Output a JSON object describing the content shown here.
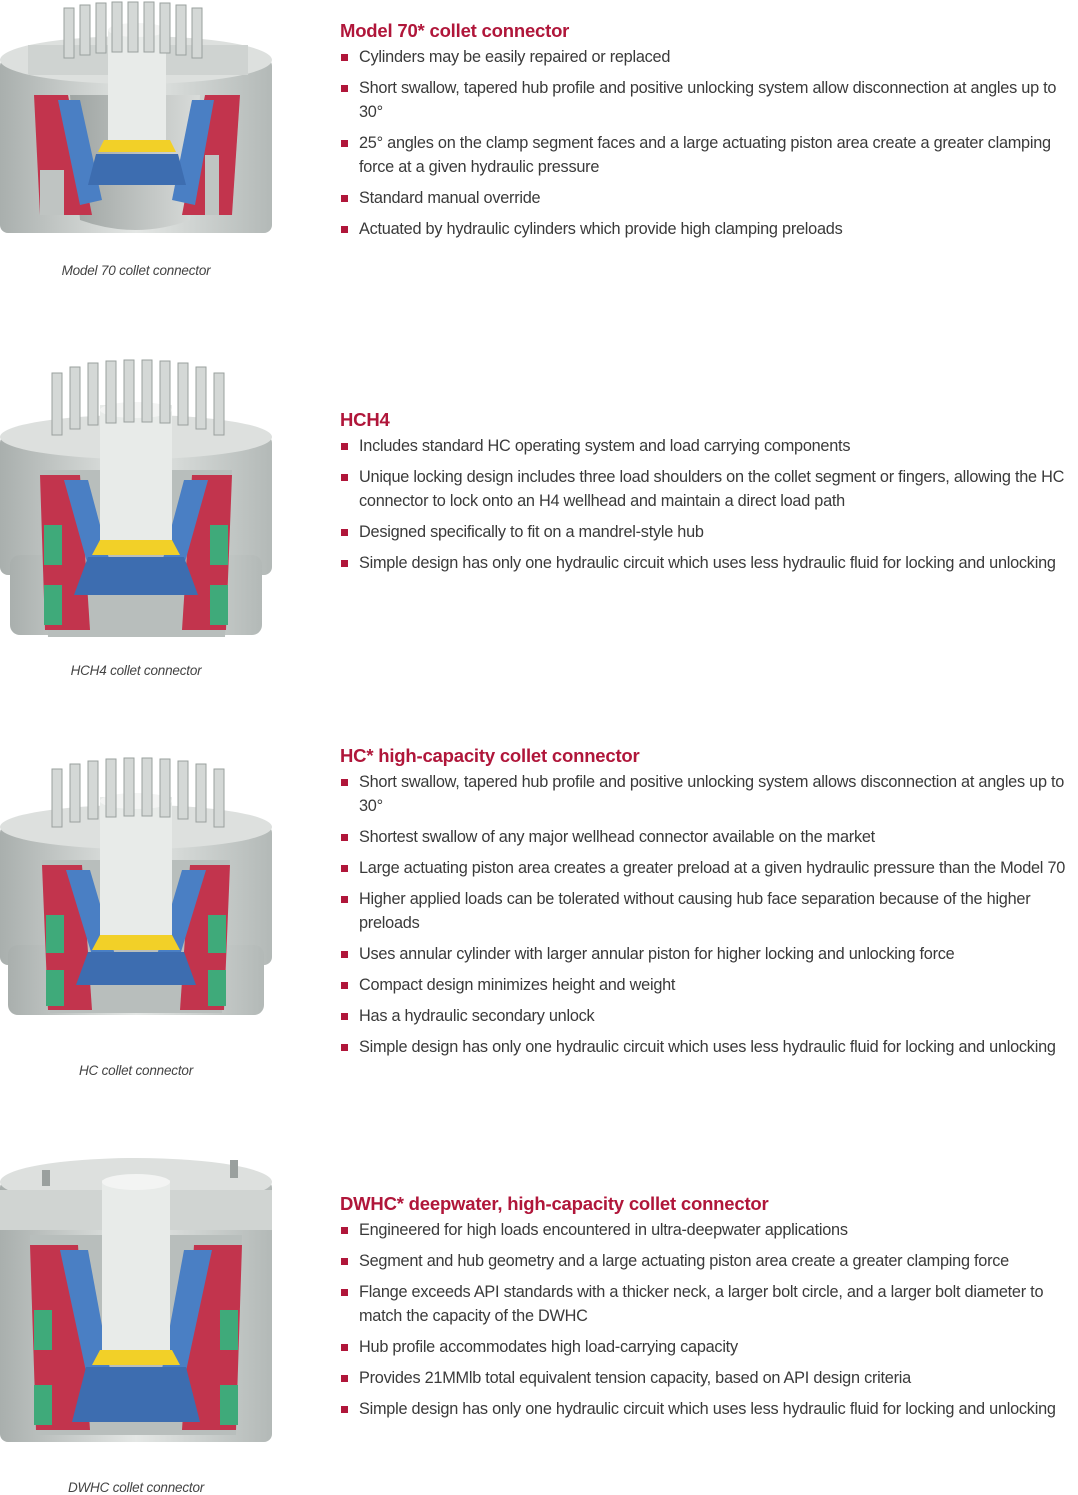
{
  "sections": [
    {
      "title": "Model 70* collet connector",
      "caption": "Model 70 collet connector",
      "bullets": [
        "Cylinders may be easily repaired or replaced",
        "Short swallow, tapered hub profile and positive unlocking system allow disconnection at angles up to 30°",
        "25° angles on the clamp segment faces and a large actuating piston area create a greater clamping force at a given hydraulic pressure",
        "Standard manual override",
        "Actuated by hydraulic cylinders which provide high clamping preloads"
      ]
    },
    {
      "title": "HCH4",
      "caption": "HCH4 collet connector",
      "bullets": [
        "Includes standard HC operating system and load carrying components",
        "Unique locking design includes three load shoulders on the collet segment or fingers, allowing the HC connector to lock onto an H4 wellhead and maintain a direct load path",
        "Designed specifically to fit on a mandrel-style hub",
        "Simple design has only one hydraulic circuit which uses less hydraulic fluid for locking and unlocking"
      ]
    },
    {
      "title": "HC* high-capacity collet connector",
      "caption": "HC collet connector",
      "bullets": [
        "Short swallow, tapered hub profile and positive unlocking system allows disconnection at angles up to 30°",
        "Shortest swallow of any major wellhead connector available on the market",
        "Large actuating piston area creates a greater preload at a given hydraulic pressure than the Model 70",
        "Higher applied loads can be tolerated without causing hub face separation because of the higher preloads",
        "Uses annular cylinder with larger annular piston for higher locking and unlocking force",
        "Compact design minimizes height and weight",
        "Has a hydraulic secondary unlock",
        "Simple design has only one hydraulic circuit which uses less hydraulic fluid for locking and unlocking"
      ]
    },
    {
      "title": "DWHC* deepwater, high-capacity collet connector",
      "caption": "DWHC collet connector",
      "bullets": [
        "Engineered for high loads encountered in ultra-deepwater applications",
        "Segment and hub geometry and a large actuating piston area create a greater clamping force",
        "Flange exceeds API standards with a thicker neck, a larger bolt circle, and a larger bolt diameter to match the capacity of the DWHC",
        "Hub profile accommodates high load-carrying capacity",
        "Provides 21MMlb total equivalent tension capacity, based on API design criteria",
        "Simple design has only one hydraulic circuit which uses less hydraulic fluid for locking and unlocking"
      ]
    }
  ],
  "colors": {
    "accent": "#b0163a",
    "body_grey": "#c8cdcb",
    "segment_blue": "#4a7fc4",
    "piston_red": "#c2344d",
    "seal_green": "#3faa7a",
    "gasket_yellow": "#f2d028"
  }
}
